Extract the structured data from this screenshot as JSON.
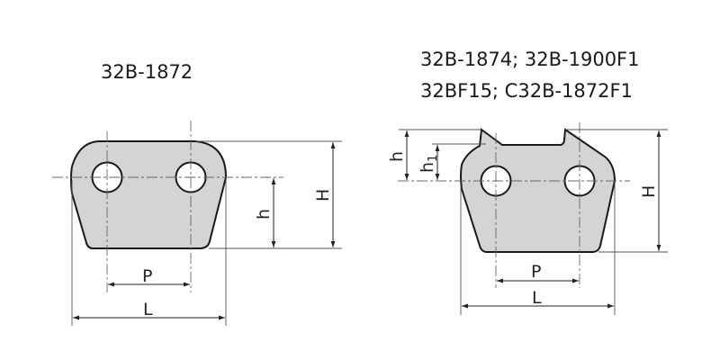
{
  "left_part": {
    "title": "32B-1872",
    "labels": {
      "P": "P",
      "L": "L",
      "h": "h",
      "H": "H"
    }
  },
  "right_part": {
    "title_line1": "32B-1874; 32B-1900F1",
    "title_line2": "32BF15; C32B-1872F1",
    "labels": {
      "P": "P",
      "L": "L",
      "h": "h",
      "h1": "h",
      "h1_sub": "1",
      "H": "H"
    }
  },
  "colors": {
    "plate_fill": "#d4d4d4",
    "outline": "#1a1a1a",
    "dimension": "#555555"
  }
}
